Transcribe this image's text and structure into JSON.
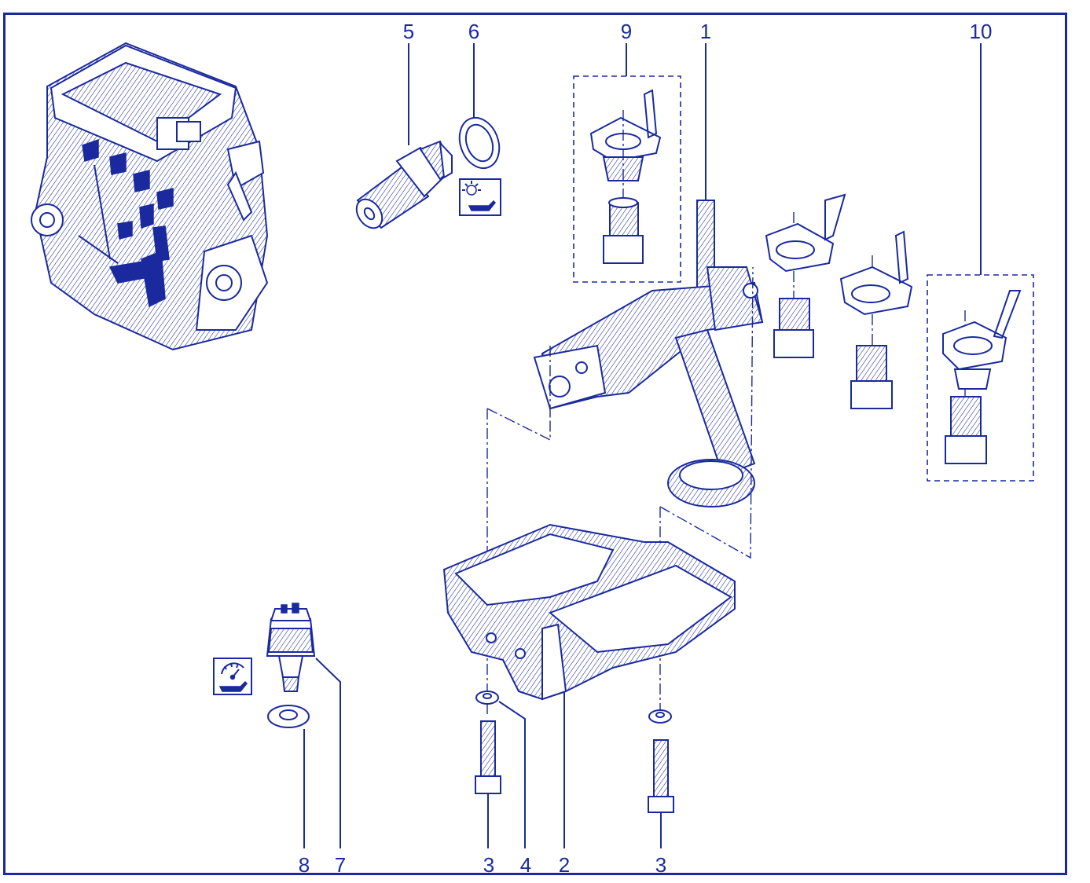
{
  "diagram": {
    "callouts": [
      {
        "id": "c5",
        "text": "5"
      },
      {
        "id": "c6",
        "text": "6"
      },
      {
        "id": "c9",
        "text": "9"
      },
      {
        "id": "c1",
        "text": "1"
      },
      {
        "id": "c10",
        "text": "10"
      },
      {
        "id": "c8",
        "text": "8"
      },
      {
        "id": "c7",
        "text": "7"
      },
      {
        "id": "c3a",
        "text": "3"
      },
      {
        "id": "c4",
        "text": "4"
      },
      {
        "id": "c2",
        "text": "2"
      },
      {
        "id": "c3b",
        "text": "3"
      }
    ],
    "icons": [
      "oil-warning-light-icon",
      "oil-pressure-gauge-icon"
    ],
    "colors": {
      "ink": "#1a2a9e",
      "paper": "#ffffff"
    }
  }
}
